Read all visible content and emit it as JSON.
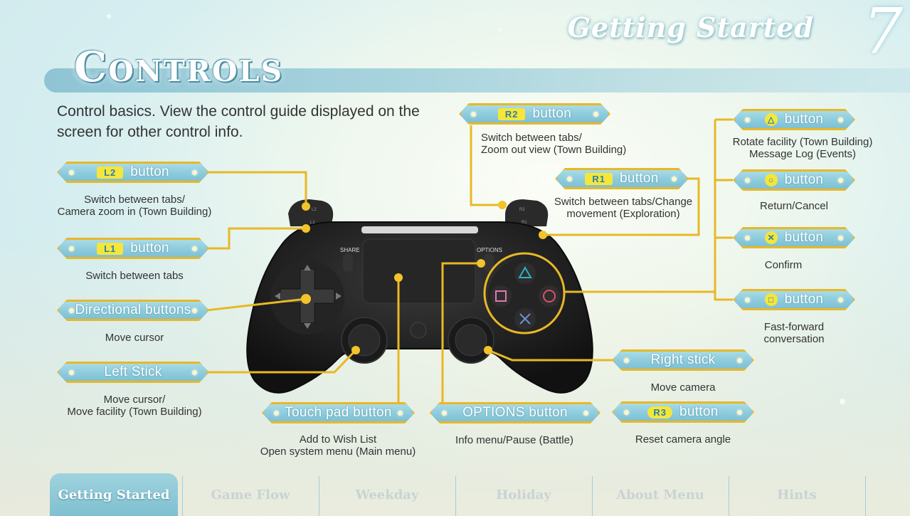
{
  "header": {
    "section_title": "Getting Started",
    "page_number": "7"
  },
  "page": {
    "title": "Controls",
    "intro": "Control basics. View the control guide displayed on the screen for other control info."
  },
  "controller": {
    "share_label": "SHARE",
    "options_label": "OPTIONS",
    "l2_label": "L2",
    "l1_label": "L1",
    "r2_label": "R2",
    "r1_label": "R1"
  },
  "controls": {
    "l2": {
      "badge": "L2",
      "label": "button",
      "desc1": "Switch between tabs/",
      "desc2": "Camera zoom in (Town Building)"
    },
    "l1": {
      "badge": "L1",
      "label": "button",
      "desc1": "Switch between tabs"
    },
    "dpad": {
      "label": "Directional buttons",
      "desc1": "Move cursor"
    },
    "left_stick": {
      "label": "Left Stick",
      "desc1": "Move cursor/",
      "desc2": "Move facility (Town Building)"
    },
    "touchpad": {
      "label": "Touch pad button",
      "desc1": "Add to Wish List",
      "desc2": "Open system menu (Main menu)"
    },
    "options": {
      "label": "OPTIONS button",
      "desc1": "Info menu/Pause (Battle)"
    },
    "r2": {
      "badge": "R2",
      "label": "button",
      "desc1": "Switch between tabs/",
      "desc2": "Zoom out view (Town Building)"
    },
    "r1": {
      "badge": "R1",
      "label": "button",
      "desc1": "Switch between tabs/Change",
      "desc2": "movement (Exploration)"
    },
    "triangle": {
      "symbol": "△",
      "label": "button",
      "desc1": "Rotate facility (Town Building)",
      "desc2": "Message Log (Events)"
    },
    "circle": {
      "symbol": "○",
      "label": "button",
      "desc1": "Return/Cancel"
    },
    "cross": {
      "symbol": "✕",
      "label": "button",
      "desc1": "Confirm"
    },
    "square": {
      "symbol": "□",
      "label": "button",
      "desc1": "Fast-forward",
      "desc2": "conversation"
    },
    "right_stick": {
      "label": "Right stick",
      "desc1": "Move camera"
    },
    "r3": {
      "badge": "R3",
      "label": "button",
      "desc1": "Reset camera angle"
    }
  },
  "nav": {
    "tabs": [
      {
        "label": "Getting Started",
        "active": true
      },
      {
        "label": "Game Flow",
        "active": false
      },
      {
        "label": "Weekday",
        "active": false
      },
      {
        "label": "Holiday",
        "active": false
      },
      {
        "label": "About Menu",
        "active": false
      },
      {
        "label": "Hints",
        "active": false
      }
    ]
  },
  "colors": {
    "accent": "#e8b826",
    "pill": "#8ccbdc",
    "badge": "#f6e63a",
    "controller": "#1c1c1c"
  }
}
